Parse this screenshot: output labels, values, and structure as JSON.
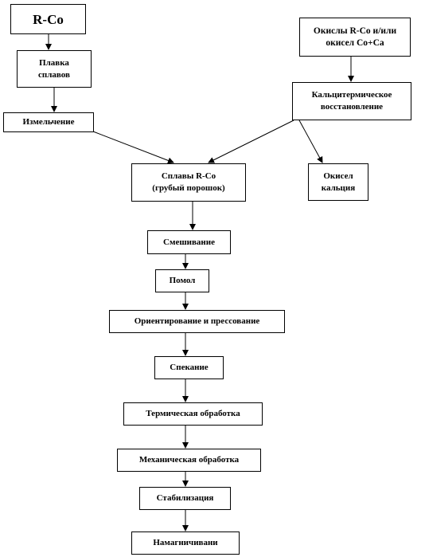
{
  "diagram": {
    "nodes": {
      "rco": "R-Co",
      "oxides_line1": "Окислы R-Co и/или",
      "oxides_line2": "окисел Co+Ca",
      "melting_line1": "Плавка",
      "melting_line2": "сплавов",
      "calcio_line1": "Кальцитермическое",
      "calcio_line2": "восстановление",
      "grinding": "Измельчение",
      "alloys_line1": "Сплавы R-Co",
      "alloys_line2": "(грубый порошок)",
      "caox_line1": "Окисел",
      "caox_line2": "кальция",
      "mixing": "Смешивание",
      "milling": "Помол",
      "orienting": "Ориентирование  и прессование",
      "sintering": "Спекание",
      "heat_treatment": "Термическая обработка",
      "machining": "Механическая обработка",
      "stabilization": "Стабилизация",
      "magnetization": "Намагничивани"
    }
  }
}
